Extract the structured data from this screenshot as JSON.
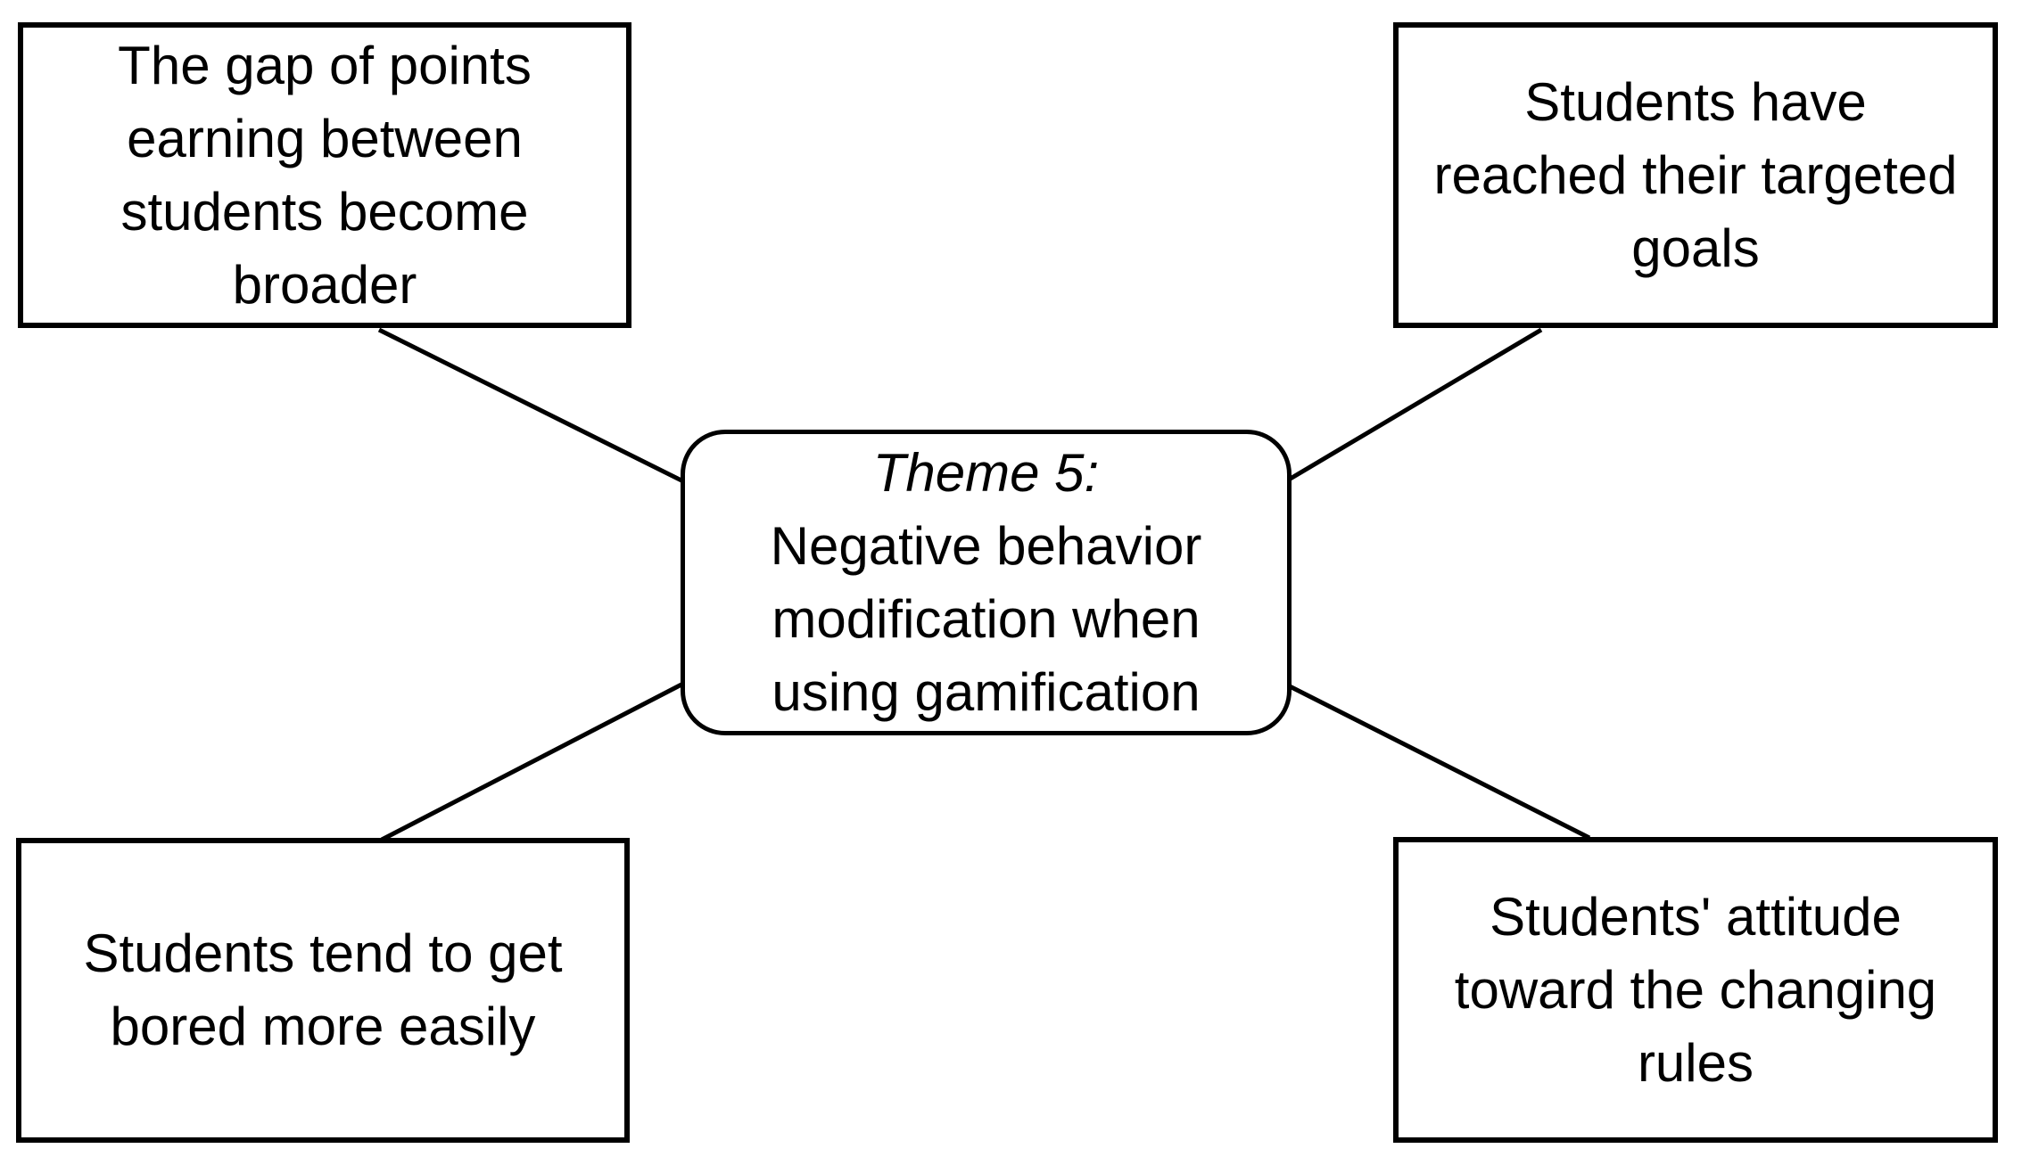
{
  "figure": {
    "type": "concept-map",
    "background_color": "#ffffff",
    "stroke_color": "#000000",
    "text_color": "#000000"
  },
  "diagram": {
    "center": {
      "title": "Theme 5:",
      "text": "Negative behavior modification when using gamification",
      "lines": [
        "Negative behavior",
        "modification when",
        "using gamification"
      ]
    },
    "nodes": [
      {
        "id": "top-left",
        "text": "The gap of points earning between students become broader",
        "lines": [
          "The gap of points",
          "earning between",
          "students become",
          "broader"
        ]
      },
      {
        "id": "top-right",
        "text": "Students have reached their targeted goals",
        "lines": [
          "Students have",
          "reached their targeted",
          "goals"
        ]
      },
      {
        "id": "bottom-left",
        "text": "Students tend to get bored more easily",
        "lines": [
          "Students tend to get",
          "bored more easily"
        ]
      },
      {
        "id": "bottom-right",
        "text": "Students' attitude toward the changing rules",
        "lines": [
          "Students' attitude",
          "toward the changing",
          "rules"
        ]
      }
    ],
    "connections": [
      {
        "from": "center",
        "to": "top-left"
      },
      {
        "from": "center",
        "to": "top-right"
      },
      {
        "from": "center",
        "to": "bottom-left"
      },
      {
        "from": "center",
        "to": "bottom-right"
      }
    ]
  }
}
